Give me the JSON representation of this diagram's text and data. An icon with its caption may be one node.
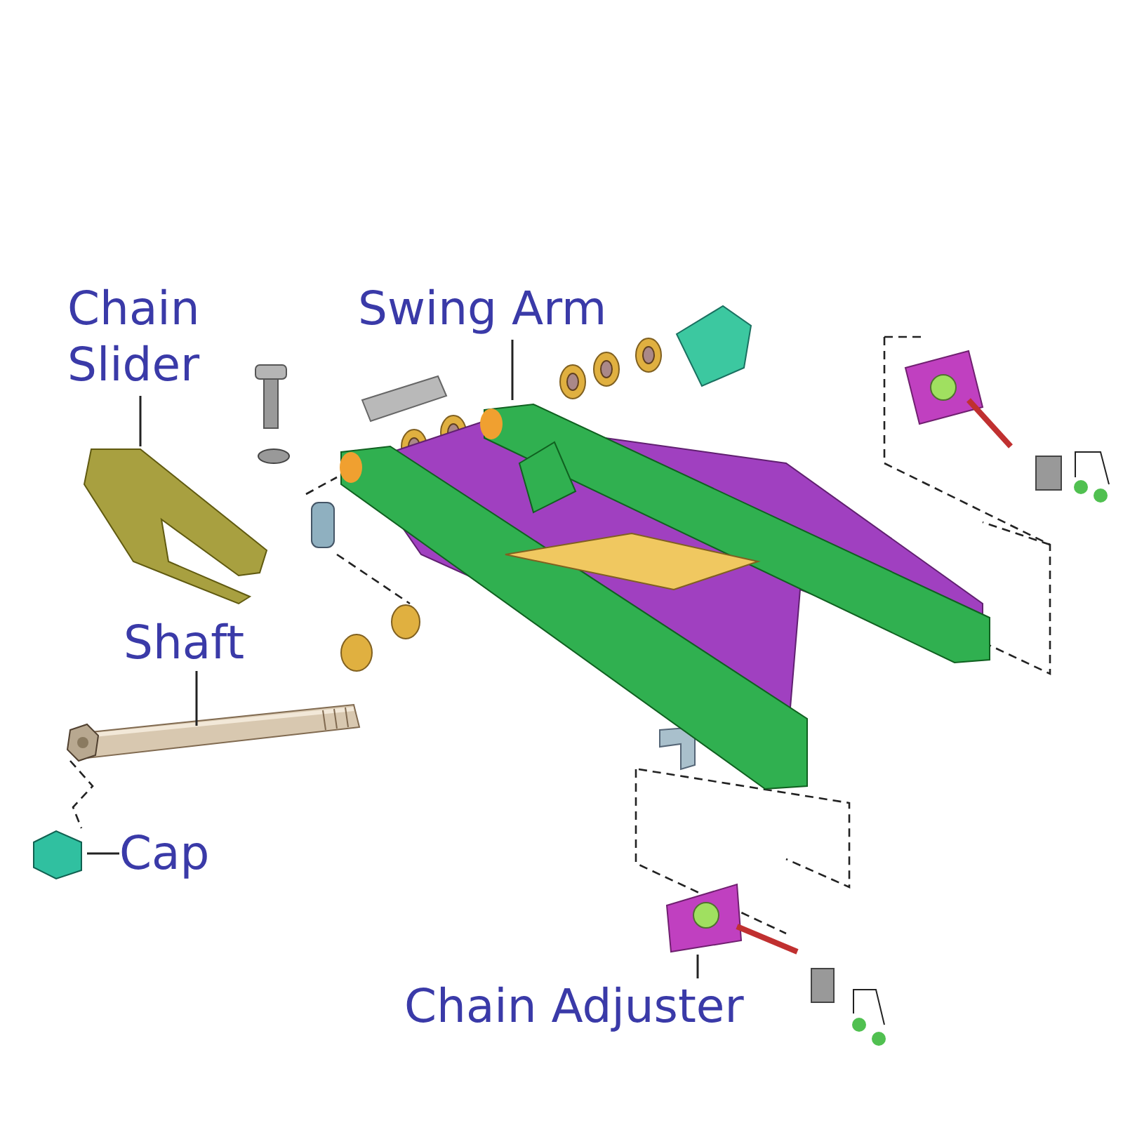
{
  "diagram": {
    "nodes": [
      {
        "text": [
          "Chain Slider"
        ]
      },
      {
        "text": [
          "Swing Arm"
        ]
      },
      {
        "text": [
          "Shaft"
        ]
      },
      {
        "text": [
          "Cap"
        ]
      },
      {
        "text": [
          "Chain Adjuster"
        ]
      },
      {
        "text": [],
        "shape": "picture"
      },
      {
        "text": [],
        "shape": "picture"
      },
      {
        "text": [],
        "shape": "picture"
      },
      {
        "text": [],
        "shape": "picture"
      },
      {
        "text": [],
        "shape": "picture"
      }
    ],
    "edges": [
      {
        "from": 0,
        "to": 5,
        "arrow": "none"
      },
      {
        "from": 1,
        "to": 6,
        "arrow": "none"
      },
      {
        "from": 2,
        "to": 7,
        "arrow": "none"
      },
      {
        "from": 3,
        "to": 8,
        "arrow": "none"
      },
      {
        "from": 4,
        "to": 9,
        "arrow": "none"
      }
    ]
  }
}
